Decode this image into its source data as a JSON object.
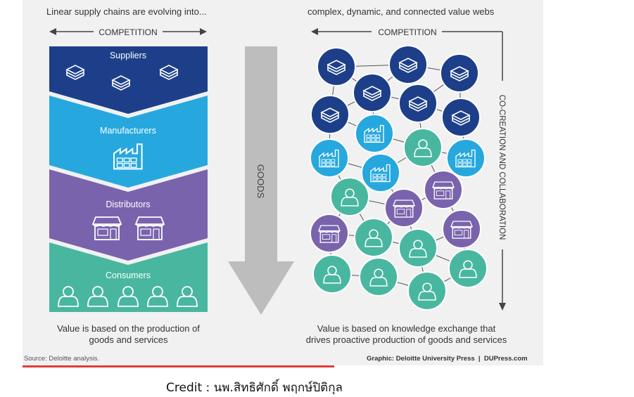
{
  "left": {
    "heading": "Linear supply chains are evolving into...",
    "competition": "COMPETITION",
    "stages": [
      "Suppliers",
      "Manufacturers",
      "Distributors",
      "Consumers"
    ],
    "caption": "Value is based on the production of goods and services",
    "caption_line1": "Value is based on the production of",
    "caption_line2": "goods and services"
  },
  "middle": {
    "goods_label": "GOODS"
  },
  "right": {
    "heading": "complex, dynamic, and connected value webs",
    "competition": "COMPETITION",
    "side_label": "CO-CREATION AND COLLABORATION",
    "caption_line1": "Value is based on knowledge exchange that",
    "caption_line2": "drives proactive production of goods and services"
  },
  "footer": {
    "source": "Source: Deloitte analysis.",
    "graphic_credit": "Graphic: Deloitte University Press  |  DUPress.com"
  },
  "credit": "Credit : นพ.สิทธิศักดิ์ พฤกษ์ปิติกุล",
  "colors": {
    "suppliers": "#1d3f8a",
    "manufacturers": "#26a8de",
    "distributors": "#7a63ad",
    "consumers": "#49b7a0",
    "arrow": "#bdbdbd"
  }
}
